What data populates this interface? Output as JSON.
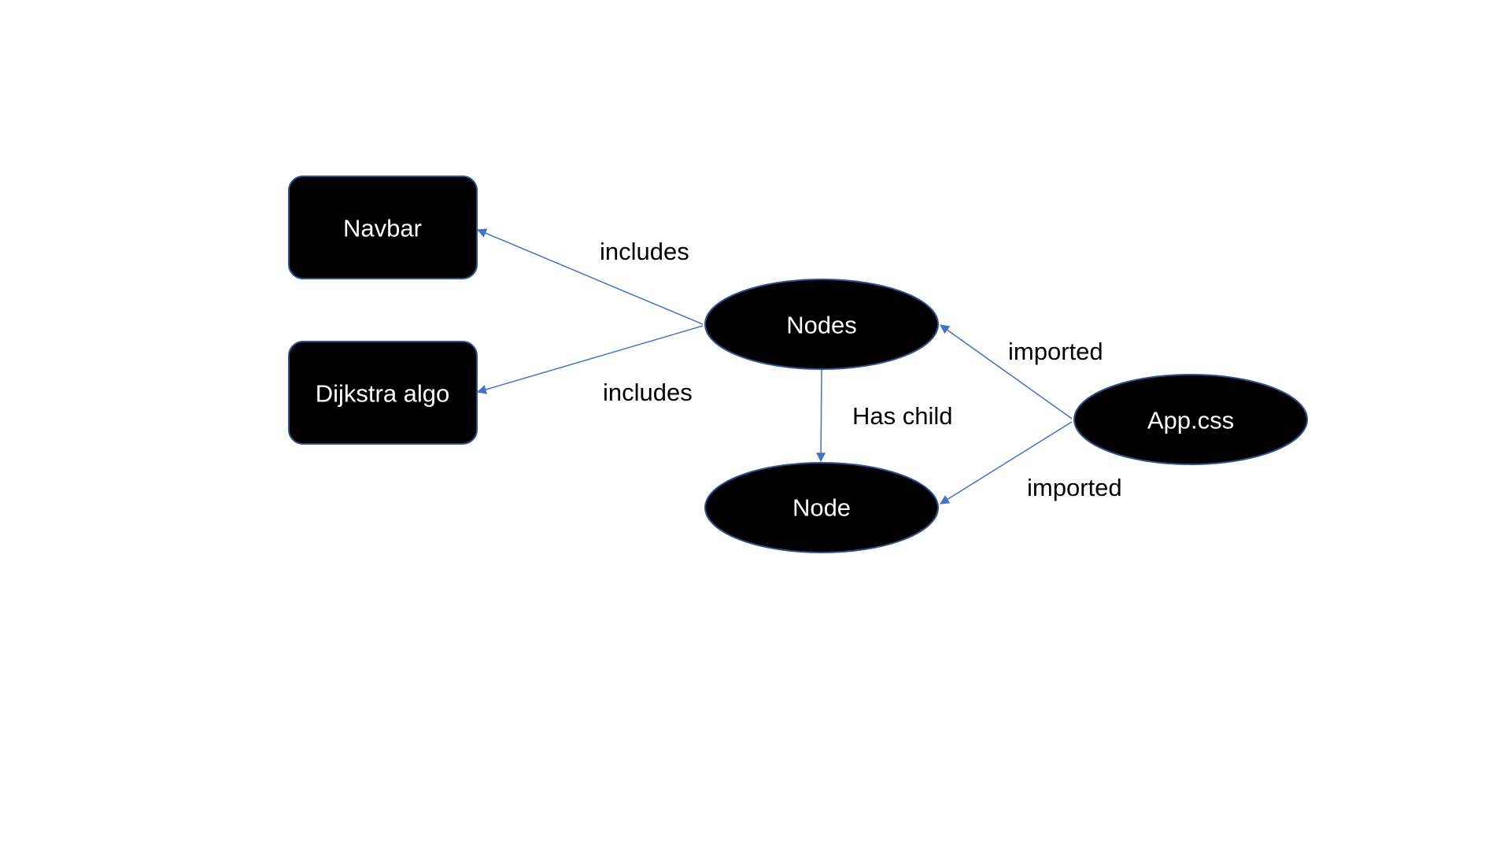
{
  "nodes": {
    "navbar": {
      "label": "Navbar",
      "shape": "rounded-rect"
    },
    "dijkstra": {
      "label": "Dijkstra algo",
      "shape": "rounded-rect"
    },
    "nodes": {
      "label": "Nodes",
      "shape": "ellipse"
    },
    "node": {
      "label": "Node",
      "shape": "ellipse"
    },
    "appcss": {
      "label": "App.css",
      "shape": "ellipse"
    }
  },
  "edges": {
    "nodes_navbar": {
      "label": "includes",
      "from": "Nodes",
      "to": "Navbar"
    },
    "nodes_dijkstra": {
      "label": "includes",
      "from": "Nodes",
      "to": "Dijkstra algo"
    },
    "nodes_node": {
      "label": "Has child",
      "from": "Nodes",
      "to": "Node"
    },
    "appcss_nodes": {
      "label": "imported",
      "from": "App.css",
      "to": "Nodes"
    },
    "appcss_node": {
      "label": "imported",
      "from": "App.css",
      "to": "Node"
    }
  },
  "colors": {
    "node_fill": "#000000",
    "node_border": "#2f528f",
    "edge": "#4472c4",
    "node_text": "#ffffff",
    "edge_text": "#000000",
    "background": "#ffffff"
  }
}
